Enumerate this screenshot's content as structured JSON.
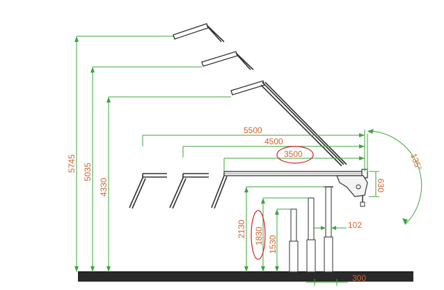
{
  "dimensions": {
    "height_5745": "5745",
    "height_5035": "5035",
    "height_4330": "4330",
    "reach_5500": "5500",
    "reach_4500": "4500",
    "reach_3500": "3500",
    "height_2130": "2130",
    "height_1830": "1830",
    "height_1530": "1530",
    "offset_630": "630",
    "offset_102": "102",
    "width_300": "300",
    "angle_135": "135°"
  },
  "colors": {
    "dimension_line": "#3aa63a",
    "dimension_text": "#d4622a",
    "highlight": "#d02020",
    "structure": "#303030",
    "ground": "#2a2a2a"
  }
}
